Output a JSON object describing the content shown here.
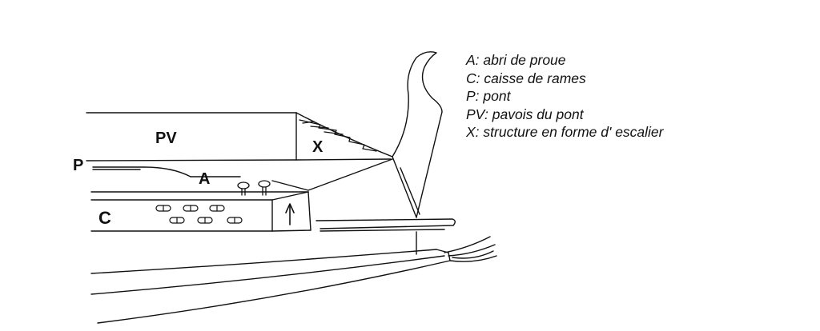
{
  "labels": {
    "pv": "PV",
    "x": "X",
    "p": "P",
    "a": "A",
    "c": "C"
  },
  "legend": [
    "A: abri de proue",
    "C: caisse de rames",
    "P: pont",
    "PV: pavois du pont",
    "X: structure en forme d' escalier"
  ]
}
